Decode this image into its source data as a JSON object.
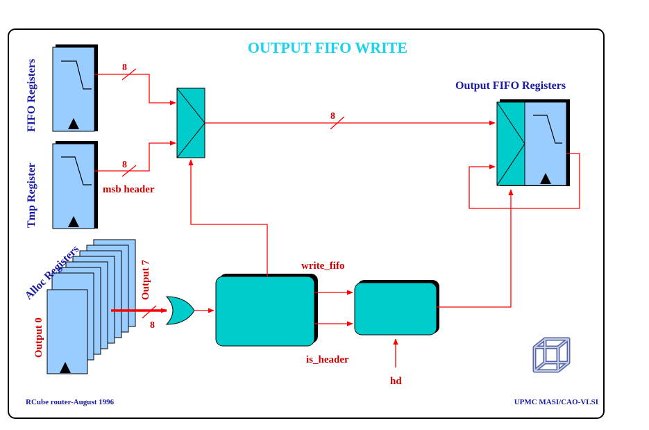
{
  "title": "OUTPUT FIFO WRITE",
  "labels": {
    "fifo_registers": "FIFO Registers",
    "tmp_register": "Tmp Register",
    "alloc_registers": "Alloc Registers",
    "output_fifo_registers": "Output FIFO Registers",
    "bus_width_top": "8",
    "bus_width_mid": "8",
    "bus_width_output": "8",
    "bus_width_alloc": "8",
    "msb_header": "msb header",
    "output_7": "Output 7",
    "output_0": "Output 0",
    "write_fifo": "write_fifo",
    "is_header": "is_header",
    "hd": "hd"
  },
  "footer": {
    "left": "RCube router-August 1996",
    "right": "UPMC MASI/CAO-VLSI"
  },
  "colors": {
    "title": "#19d3ec",
    "label_blue": "#1a1aa6",
    "wire_red": "#ff0000",
    "text_red": "#cc0000",
    "register_fill": "#99ccff",
    "block_fill": "#00cccc",
    "shadow": "#000000"
  }
}
